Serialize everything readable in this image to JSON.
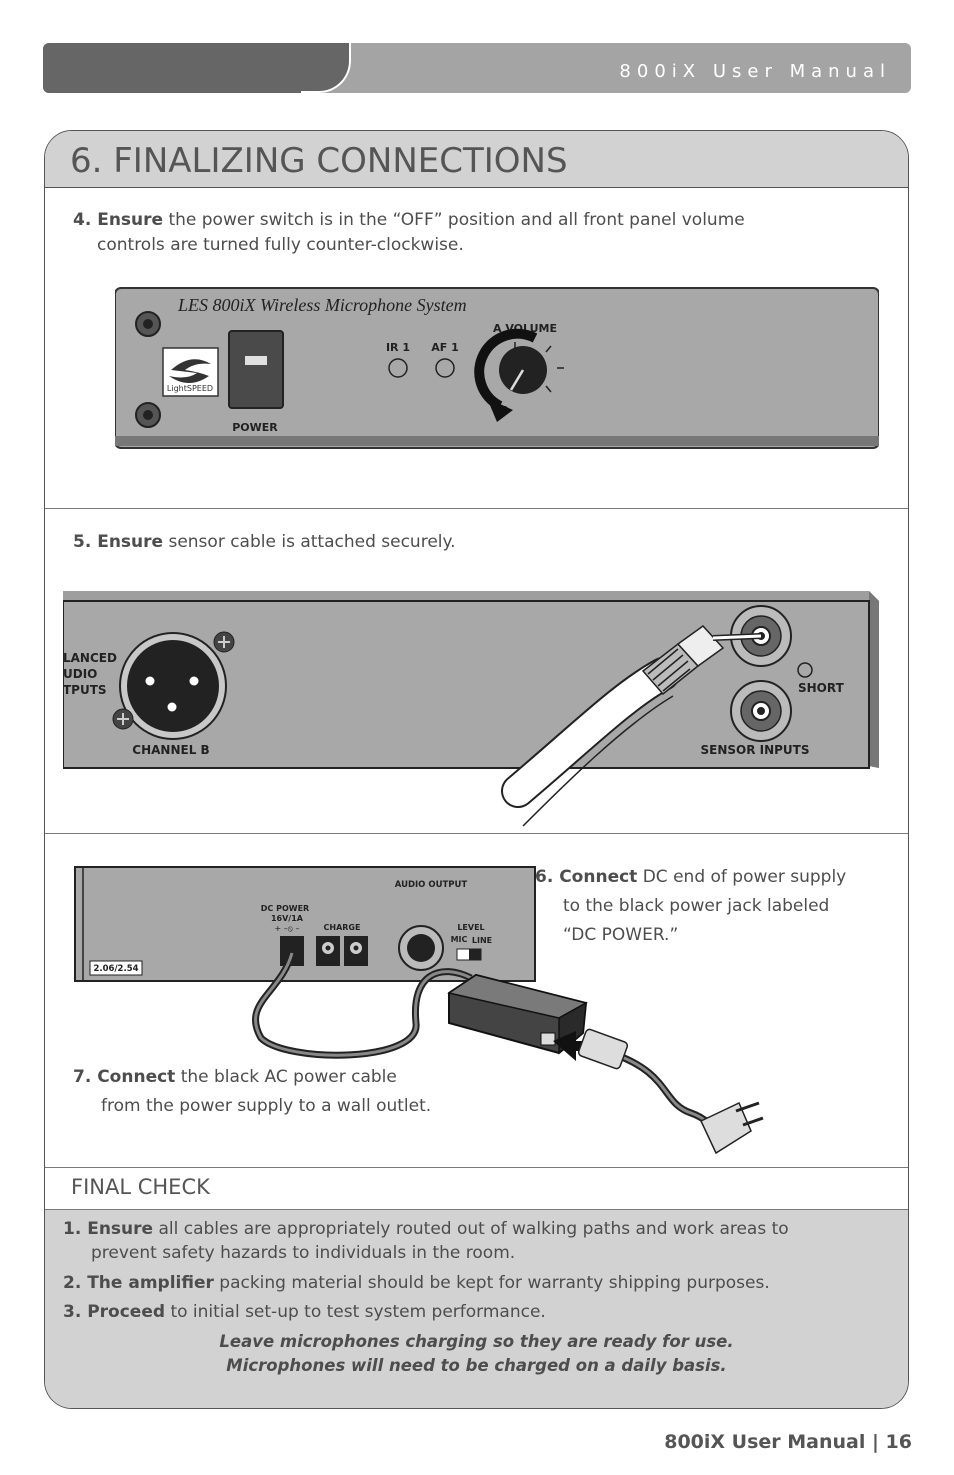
{
  "header": {
    "title": "800iX User Manual"
  },
  "section": {
    "title": "6. FINALIZING CONNECTIONS"
  },
  "steps": {
    "s4": {
      "lead": "4. Ensure",
      "line1": " the power switch is in the “OFF” position and all front panel volume",
      "line2": "controls are turned fully counter-clockwise."
    },
    "s5": {
      "lead": "5. Ensure",
      "text": " sensor cable is  attached securely."
    },
    "s6": {
      "lead": "6. Connect",
      "line1": " DC end of power supply",
      "line2": "to the black power jack labeled",
      "line3": "“DC POWER.”"
    },
    "s7": {
      "lead": "7. Connect",
      "line1": " the black AC power cable",
      "line2": "from the power supply to a wall outlet."
    }
  },
  "front_panel": {
    "brand_text": "LES 800iX Wireless Microphone System",
    "logo_text": "LightSPEED",
    "power_label": "POWER",
    "ir_label": "IR 1",
    "af_label": "AF 1",
    "volume_label": "A VOLUME"
  },
  "rear_panel": {
    "outputs_label_1": "LANCED",
    "outputs_label_2": "UDIO",
    "outputs_label_3": "TPUTS",
    "channel_label": "CHANNEL B",
    "short_label": "SHORT",
    "sensor_label": "SENSOR INPUTS"
  },
  "power_panel": {
    "audio_output": "AUDIO OUTPUT",
    "dc_power": "DC POWER",
    "dc_rating": "16V/1A",
    "polarity": "+ –⦸ –",
    "charge": "CHARGE",
    "level": "LEVEL",
    "mic": "MIC",
    "line": "LINE",
    "version": "2.06/2.54"
  },
  "final_check": {
    "title": "FINAL CHECK",
    "items": [
      {
        "lead": "1. Ensure",
        "line1": " all cables are appropriately routed out of walking paths and work areas to",
        "line2": "prevent safety hazards to individuals in the room."
      },
      {
        "lead": "2. The amplifier",
        "line1": " packing material should be kept for warranty shipping purposes."
      },
      {
        "lead": "3. Proceed",
        "line1": " to initial set-up to test system performance."
      }
    ],
    "note1": "Leave microphones charging so they are ready for use.",
    "note2": "Microphones will need to be charged on a daily basis."
  },
  "footer": {
    "text": "800iX User Manual | 16"
  }
}
